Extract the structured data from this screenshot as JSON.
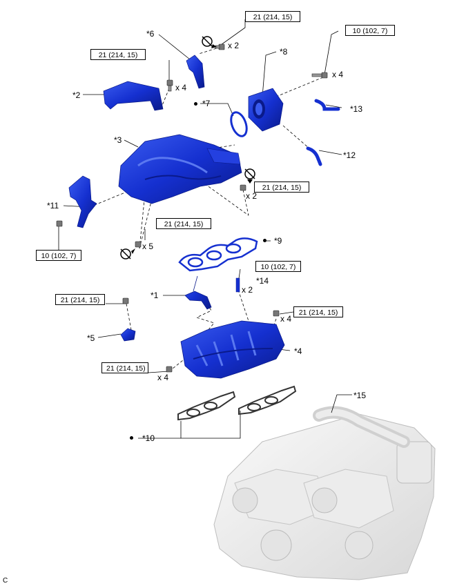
{
  "colors": {
    "part": "#1530d0",
    "part_dark": "#0a1a8a",
    "part_light": "#5a78f0",
    "engine": "#e6e6e6",
    "line": "#000000"
  },
  "torques": {
    "t6": "21 (214, 15)",
    "t8": "10 (102, 7)",
    "t2": "21 (214, 15)",
    "t3r": "21 (214, 15)",
    "t5l": "21 (214, 15)",
    "t11": "10 (102, 7)",
    "t14": "10 (102, 7)",
    "t5": "21 (214, 15)",
    "t4r": "21 (214, 15)",
    "t4l": "21 (214, 15)"
  },
  "quantities": {
    "q6": "x 2",
    "q8": "x 4",
    "q2": "x 4",
    "q3r": "x 2",
    "q5l": "x 5",
    "q14": "x 2",
    "q4r": "x 4",
    "q4l": "x 4"
  },
  "labels": {
    "l1": "*1",
    "l2": "*2",
    "l3": "*3",
    "l4": "*4",
    "l5": "*5",
    "l6": "*6",
    "l7": "*7",
    "l8": "*8",
    "l9": "*9",
    "l10": "*10",
    "l11": "*11",
    "l12": "*12",
    "l13": "*13",
    "l14": "*14",
    "l15": "*15"
  },
  "corner_code": "C",
  "icons": [
    "bolt-icon",
    "do-not-reuse-icon",
    "non-reusable-part-dot-icon"
  ]
}
